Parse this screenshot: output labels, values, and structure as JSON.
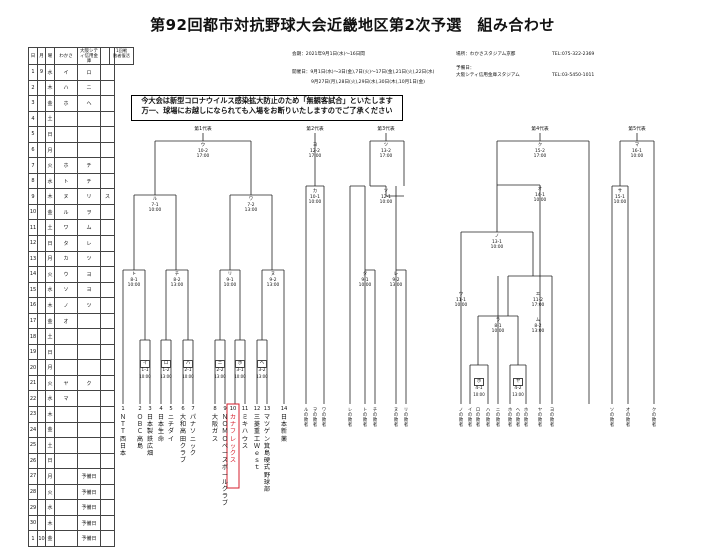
{
  "title": "第92回都市対抗野球大会近畿地区第2次予選　組み合わせ",
  "notice": {
    "line1": "今大会は新型コロナウイルス感染拡大防止のため「無観客試合」といたします",
    "line2": "万一、球場にお越しになられても入場をお断りいたしますのでご了承ください"
  },
  "info": {
    "period": "会期：2021年9月1日(水)～16日間",
    "dates1": "開催日：9月1日(水)～3日(金),7日(火)～17日(金),21日(火),22日(水)",
    "dates2": "9月27日(月),28日(火),29日(水),30日(木),10月1日(金)",
    "venue": "場所：わかさスタジアム京都",
    "tel1": "TEL:075-322-2369",
    "reserve_label": "予備日：",
    "reserve_venue": "大阪シティ信用金庫スタジアム",
    "tel2": "TEL:03-5450-1011"
  },
  "schedule": {
    "headers": [
      "日",
      "月",
      "曜",
      "わかさ",
      "大阪シティ信用金庫"
    ],
    "legend": [
      "1回戦",
      "敗者復活"
    ],
    "rows": [
      [
        "1",
        "9",
        "水",
        "イ",
        "ロ",
        ""
      ],
      [
        "2",
        "",
        "木",
        "ハ",
        "ニ",
        ""
      ],
      [
        "3",
        "",
        "金",
        "ホ",
        "ヘ",
        ""
      ],
      [
        "4",
        "",
        "土",
        "",
        "",
        ""
      ],
      [
        "5",
        "",
        "日",
        "",
        "",
        ""
      ],
      [
        "6",
        "",
        "月",
        "",
        "",
        ""
      ],
      [
        "7",
        "",
        "火",
        "ホ",
        "チ",
        ""
      ],
      [
        "8",
        "",
        "水",
        "ト",
        "チ",
        ""
      ],
      [
        "9",
        "",
        "木",
        "ヌ",
        "リ",
        "ス"
      ],
      [
        "10",
        "",
        "金",
        "ル",
        "ヲ",
        ""
      ],
      [
        "11",
        "",
        "土",
        "ワ",
        "ム",
        ""
      ],
      [
        "12",
        "",
        "日",
        "タ",
        "レ",
        ""
      ],
      [
        "13",
        "",
        "月",
        "カ",
        "ツ",
        ""
      ],
      [
        "14",
        "",
        "火",
        "ウ",
        "ヨ",
        ""
      ],
      [
        "15",
        "",
        "水",
        "ソ",
        "ヨ",
        ""
      ],
      [
        "16",
        "",
        "木",
        "ノ",
        "ツ",
        ""
      ],
      [
        "17",
        "",
        "金",
        "オ",
        "",
        ""
      ],
      [
        "18",
        "",
        "土",
        "",
        "",
        ""
      ],
      [
        "19",
        "",
        "日",
        "",
        "",
        ""
      ],
      [
        "20",
        "",
        "月",
        "",
        "",
        ""
      ],
      [
        "21",
        "",
        "火",
        "ヤ",
        "ク",
        ""
      ],
      [
        "22",
        "",
        "水",
        "マ",
        "",
        ""
      ],
      [
        "23",
        "",
        "木",
        "",
        "",
        ""
      ],
      [
        "24",
        "",
        "金",
        "",
        "",
        ""
      ],
      [
        "25",
        "",
        "土",
        "",
        "",
        ""
      ],
      [
        "26",
        "",
        "日",
        "",
        "",
        ""
      ],
      [
        "27",
        "",
        "月",
        "",
        "予備日",
        ""
      ],
      [
        "28",
        "",
        "火",
        "",
        "予備日",
        ""
      ],
      [
        "29",
        "",
        "水",
        "",
        "予備日",
        ""
      ],
      [
        "30",
        "",
        "木",
        "",
        "予備日",
        ""
      ],
      [
        "1",
        "10",
        "金",
        "",
        "予備日",
        ""
      ]
    ]
  },
  "reps": [
    "第1代表",
    "第2代表",
    "第3代表",
    "第4代表",
    "第5代表"
  ],
  "games": {
    "wo": [
      "ウ",
      "10-2",
      "17:00"
    ],
    "ru": [
      "ル",
      "7-1",
      "10:00"
    ],
    "wa": [
      "ワ",
      "7-2",
      "13:00"
    ],
    "to": [
      "ト",
      "8-1",
      "10:00"
    ],
    "chi": [
      "チ",
      "8-2",
      "13:00"
    ],
    "ri": [
      "リ",
      "9-1",
      "10:00"
    ],
    "nu": [
      "ヌ",
      "9-2",
      "13:00"
    ],
    "i": [
      "イ",
      "1-1",
      "10:00"
    ],
    "ro": [
      "ロ",
      "1-2",
      "13:00"
    ],
    "ha": [
      "ハ",
      "2-1",
      "10:00"
    ],
    "ni": [
      "ニ",
      "2-2",
      "13:00"
    ],
    "ho": [
      "ホ",
      "3-1",
      "10:00"
    ],
    "he": [
      "ヘ",
      "3-2",
      "13:00"
    ],
    "yo": [
      "ヨ",
      "12-2",
      "17:00"
    ],
    "ka": [
      "カ",
      "10-1",
      "10:00"
    ],
    "tsu": [
      "ツ",
      "13-2",
      "17:00"
    ],
    "so": [
      "ソ",
      "12-1",
      "10:00"
    ],
    "ta": [
      "タ",
      "9-1",
      "10:00"
    ],
    "re": [
      "レ",
      "9-2",
      "13:00"
    ],
    "ku": [
      "ク",
      "15-2",
      "17:00"
    ],
    "o": [
      "オ",
      "14-1",
      "10:00"
    ],
    "no": [
      "ノ",
      "13-1",
      "10:00"
    ],
    "u": [
      "ウ",
      "11-1",
      "10:00"
    ],
    "e": [
      "エ",
      "11-2",
      "17:00"
    ],
    "ra": [
      "ラ",
      "8-1",
      "10:00"
    ],
    "mu": [
      "ム",
      "8-2",
      "13:00"
    ],
    "ho2": [
      "ホ",
      "4-1",
      "10:00"
    ],
    "ya": [
      "ヤ",
      "4-2",
      "13:00"
    ],
    "ma": [
      "マ",
      "16-1",
      "10:00"
    ],
    "sa": [
      "サ",
      "15-1",
      "10:00"
    ]
  },
  "teams": [
    {
      "no": "1",
      "name": "ＮＴＴ西日本"
    },
    {
      "no": "2",
      "name": "ＯＢＣ高島"
    },
    {
      "no": "3",
      "name": "日本製鉄広畑"
    },
    {
      "no": "4",
      "name": "日本生命"
    },
    {
      "no": "5",
      "name": "ニチダイ"
    },
    {
      "no": "6",
      "name": "大和高田クラブ"
    },
    {
      "no": "7",
      "name": "パナソニック"
    },
    {
      "no": "8",
      "name": "大阪ガス"
    },
    {
      "no": "9",
      "name": "ＮＯＭＯベースボールクラブ"
    },
    {
      "no": "10",
      "name": "カナフレックス"
    },
    {
      "no": "11",
      "name": "ミキハウス"
    },
    {
      "no": "12",
      "name": "三菱重工Ｗｅｓｔ"
    },
    {
      "no": "13",
      "name": "マツゲン箕島硬式野球部"
    },
    {
      "no": "14",
      "name": "日本新薬"
    }
  ],
  "losers": [
    "ルの敗者",
    "ヲの敗者",
    "ワの敗者",
    "トの敗者",
    "チの敗者",
    "ヌの敗者",
    "リの敗者",
    "レの敗者",
    "ノの敗者",
    "イの敗者",
    "ロの敗者",
    "ハの敗者",
    "ニの敗者",
    "ホの敗者",
    "ヘの敗者",
    "ホの敗者",
    "ヤの敗者",
    "ヨの敗者",
    "ソの敗者",
    "オの敗者",
    "クの敗者"
  ],
  "colors": {
    "highlight": "#d61f2c",
    "line": "#222222"
  }
}
